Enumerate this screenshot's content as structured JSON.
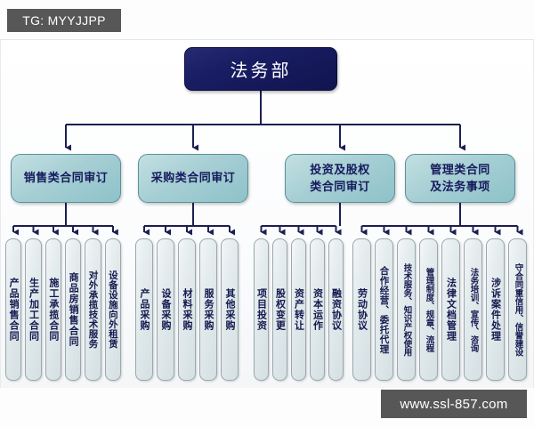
{
  "watermarks": {
    "top": "TG: MYYJJPP",
    "bottom": "www.ssl-857.com"
  },
  "colors": {
    "root_fill": "#191d63",
    "root_text": "#ffffff",
    "department_fill": "#a6cfd4",
    "department_text": "#161a5c",
    "leaf_fill": "#e2eaec",
    "leaf_text": "#14184f",
    "connector": "#1b1f50",
    "canvas": "#fdfdfd",
    "watermark_bg": "#575757"
  },
  "chart_data": {
    "type": "diagram",
    "diagram_type": "organizational-hierarchy",
    "title": "法务部",
    "orientation": "top-down",
    "levels": 3,
    "root": {
      "id": "root",
      "label": "法务部",
      "level": 0
    },
    "departments": [
      {
        "id": "dept-sales",
        "label": "销售类合同审订",
        "level": 1,
        "children_count": 6,
        "children": [
          {
            "id": "leaf-sales-1",
            "label": "产品销售合同"
          },
          {
            "id": "leaf-sales-2",
            "label": "生产加工合同"
          },
          {
            "id": "leaf-sales-3",
            "label": "施工承揽合同"
          },
          {
            "id": "leaf-sales-4",
            "label": "商品房销售合同"
          },
          {
            "id": "leaf-sales-5",
            "label": "对外承揽技术服务"
          },
          {
            "id": "leaf-sales-6",
            "label": "设备设施向外租赁"
          }
        ]
      },
      {
        "id": "dept-procurement",
        "label": "采购类合同审订",
        "level": 1,
        "children_count": 5,
        "children": [
          {
            "id": "leaf-proc-1",
            "label": "产品采购"
          },
          {
            "id": "leaf-proc-2",
            "label": "设备采购"
          },
          {
            "id": "leaf-proc-3",
            "label": "材料采购"
          },
          {
            "id": "leaf-proc-4",
            "label": "服务采购"
          },
          {
            "id": "leaf-proc-5",
            "label": "其他采购"
          }
        ]
      },
      {
        "id": "dept-investment",
        "label": "投资及股权类合同审订",
        "label_lines": [
          "投资及股权",
          "类合同审订"
        ],
        "level": 1,
        "children_count": 5,
        "children": [
          {
            "id": "leaf-inv-1",
            "label": "项目投资"
          },
          {
            "id": "leaf-inv-2",
            "label": "股权变更"
          },
          {
            "id": "leaf-inv-3",
            "label": "资产转让"
          },
          {
            "id": "leaf-inv-4",
            "label": "资本运作"
          },
          {
            "id": "leaf-inv-5",
            "label": "融资协议"
          }
        ]
      },
      {
        "id": "dept-management",
        "label": "管理类合同及法务事项",
        "label_lines": [
          "管理类合同",
          "及法务事项"
        ],
        "level": 1,
        "children_count": 8,
        "children": [
          {
            "id": "leaf-mgmt-1",
            "label": "劳动协议"
          },
          {
            "id": "leaf-mgmt-2",
            "label": "合作经营、委托代理"
          },
          {
            "id": "leaf-mgmt-3",
            "label": "技术服务、知识产权使用"
          },
          {
            "id": "leaf-mgmt-4",
            "label": "管理制度、规章、流程"
          },
          {
            "id": "leaf-mgmt-5",
            "label": "法律文档管理"
          },
          {
            "id": "leaf-mgmt-6",
            "label": "法务培训、宣传、咨询"
          },
          {
            "id": "leaf-mgmt-7",
            "label": "涉诉案件处理"
          },
          {
            "id": "leaf-mgmt-8",
            "label": "守合同重信用、信誉建设"
          }
        ]
      }
    ],
    "total_leaf_nodes": 24,
    "total_nodes": 29
  }
}
